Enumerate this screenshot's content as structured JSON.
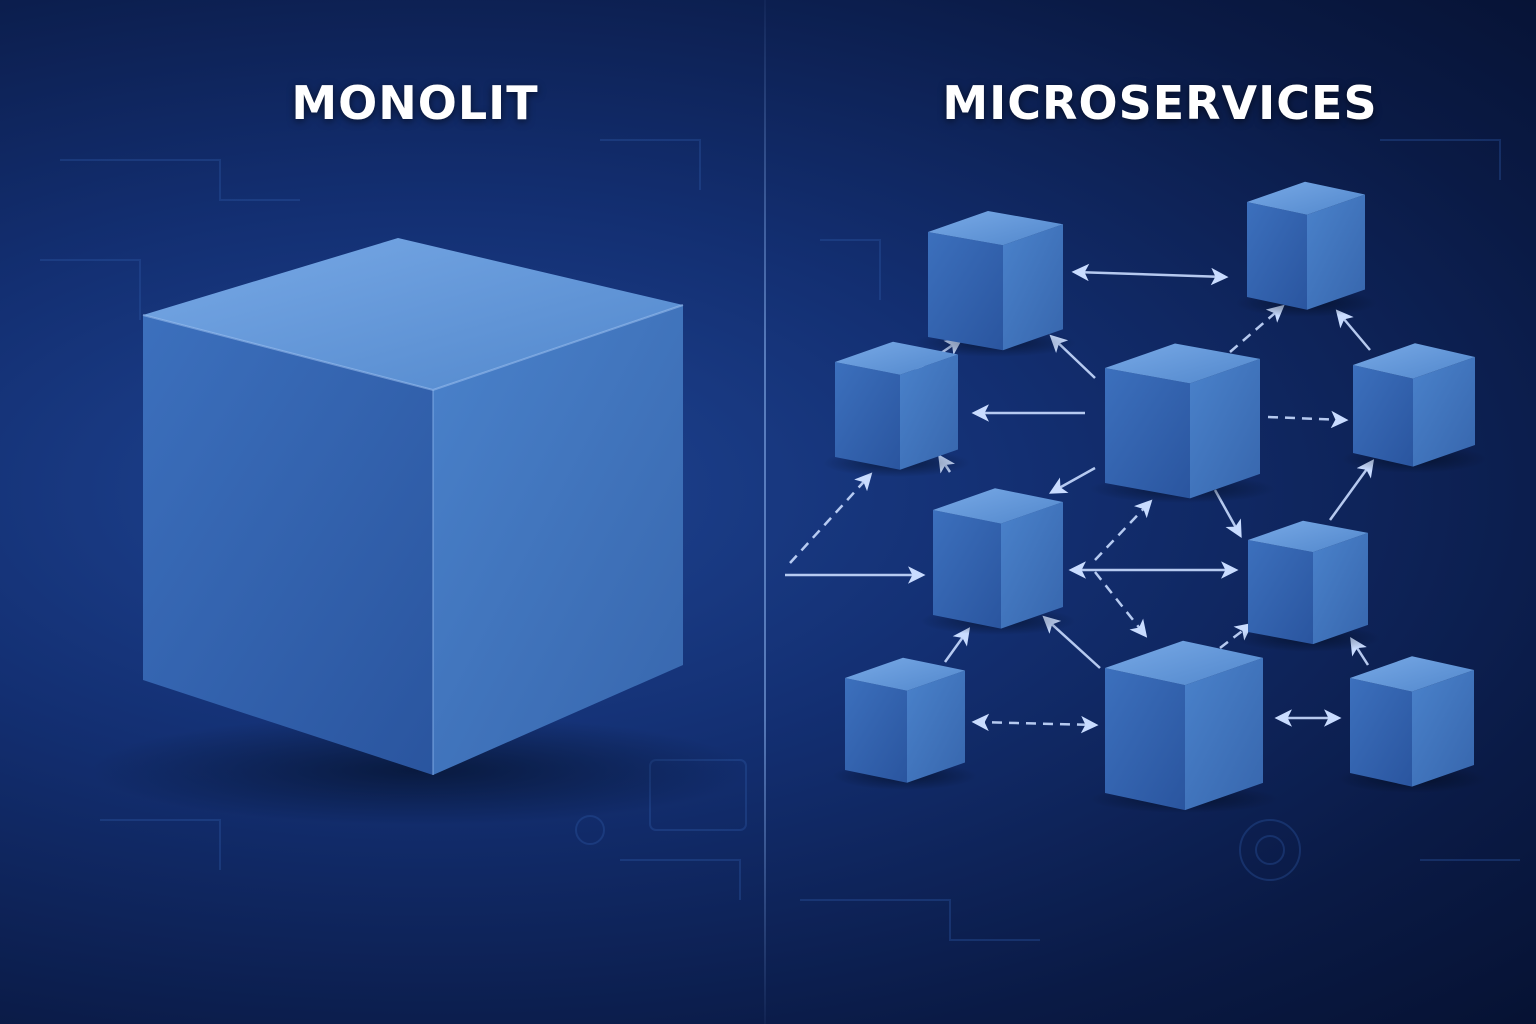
{
  "left_panel": {
    "title": "MONOLIT"
  },
  "right_panel": {
    "title": "MICROSERVICES"
  },
  "colors": {
    "background": "#0b1d4a",
    "cube_top": "#5f93d6",
    "cube_front": "#3a6bb6",
    "cube_side": "#2c58a0",
    "arrow": "#c9dcff",
    "title": "#ffffff"
  },
  "icons": {
    "monolith": "large-cube",
    "service": "small-cube",
    "connection": "arrow"
  }
}
